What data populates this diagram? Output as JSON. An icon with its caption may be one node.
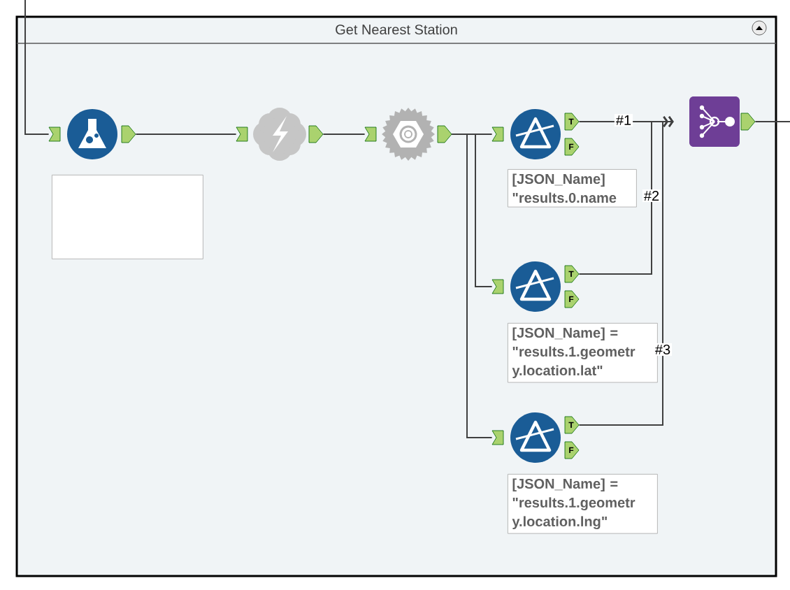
{
  "diagram": {
    "nodes": [
      {
        "text": [
          "Get Nearest Station"
        ]
      },
      {
        "text": [],
        "shape": "circle",
        "in": 0
      },
      {
        "text": [],
        "shape": "box",
        "in": 0
      },
      {
        "text": [],
        "shape": "cloud",
        "in": 0
      },
      {
        "text": [],
        "shape": "gear",
        "in": 0
      },
      {
        "text": [],
        "shape": "circle",
        "in": 0
      },
      {
        "text": [
          "[JSON_Name] \"results.0.name"
        ],
        "in": 0
      },
      {
        "text": [],
        "shape": "circle",
        "in": 0
      },
      {
        "text": [
          "[JSON_Name] = \"results.1.geometr y.location.lat\""
        ],
        "in": 0
      },
      {
        "text": [],
        "shape": "circle",
        "in": 0
      },
      {
        "text": [
          "[JSON_Name] = \"results.1.geometr y.location.lng\""
        ],
        "in": 0
      },
      {
        "text": [],
        "shape": "square",
        "in": 0
      }
    ],
    "edges": [
      {
        "from": null,
        "to": 1,
        "arrow": "none"
      },
      {
        "from": 1,
        "to": 3,
        "arrow": "none"
      },
      {
        "from": 3,
        "to": 4,
        "arrow": "none"
      },
      {
        "from": 4,
        "to": 5,
        "arrow": "none"
      },
      {
        "from": 4,
        "to": 7,
        "arrow": "none"
      },
      {
        "from": 4,
        "to": 9,
        "arrow": "none"
      },
      {
        "from": 5,
        "to": 11,
        "arrow": "to",
        "label": "#1"
      },
      {
        "from": 7,
        "to": 11,
        "arrow": "to",
        "label": "#2"
      },
      {
        "from": 9,
        "to": 11,
        "arrow": "to",
        "label": "#3"
      },
      {
        "from": 11,
        "to": null,
        "arrow": "none"
      }
    ],
    "labels": [
      "T",
      "F",
      "T",
      "F",
      "T",
      "F"
    ]
  }
}
